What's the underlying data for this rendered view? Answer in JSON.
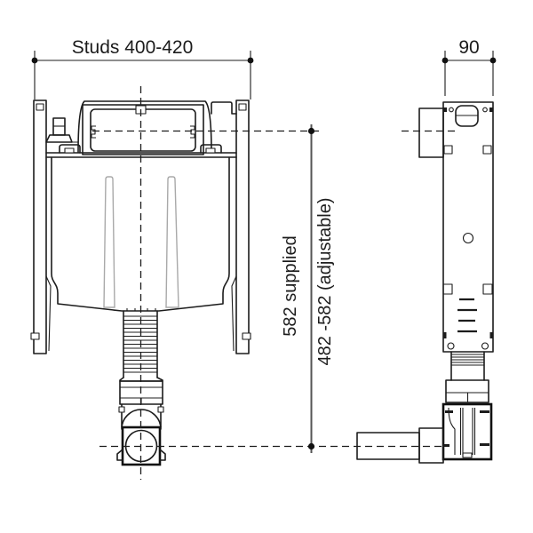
{
  "drawing": {
    "type": "technical-installation-diagram",
    "views": {
      "front_view": "in-wall cistern frame, front elevation",
      "side_view": "in-wall cistern frame, side elevation"
    },
    "labels": {
      "studs_width": "Studs 400-420",
      "depth": "90",
      "height_supplied": "582 supplied",
      "height_adjustable": "482 -582 (adjustable)"
    }
  },
  "colors": {
    "line": "#1c1c1c",
    "dimension_line": "#555555",
    "slot_gray": "#a9a9a9",
    "background": "#ffffff"
  }
}
